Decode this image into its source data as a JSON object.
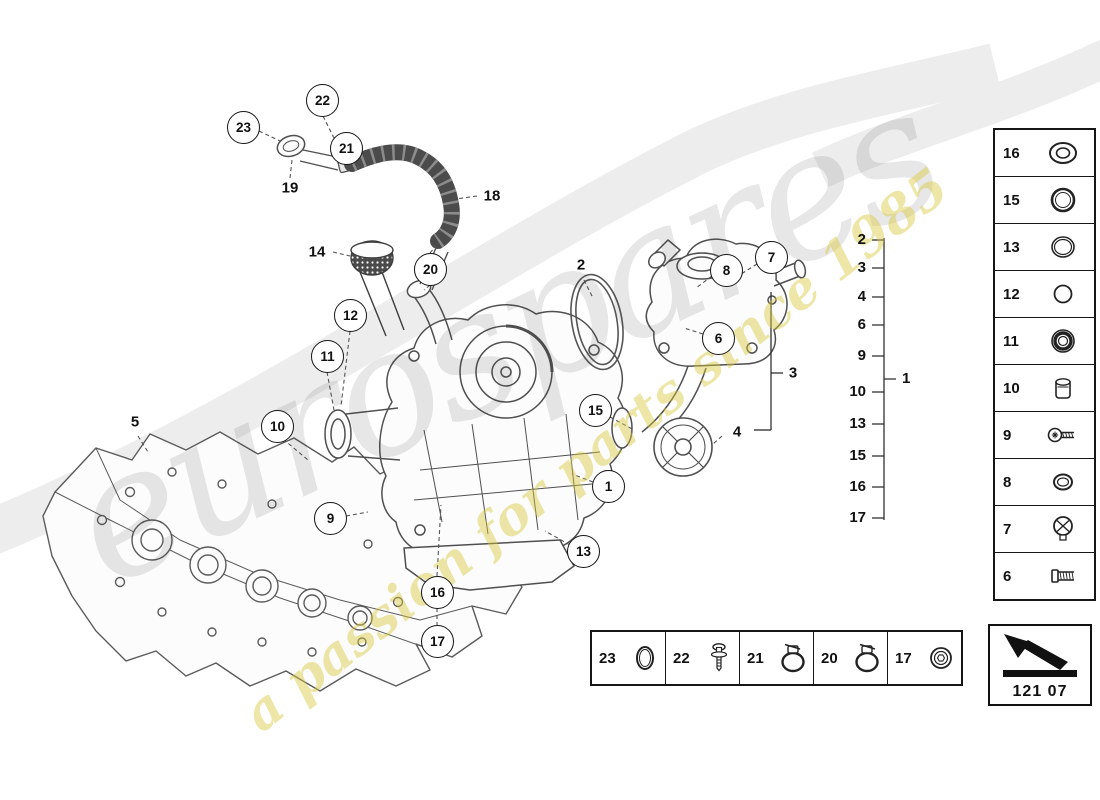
{
  "watermark": {
    "brand": "eurospares",
    "tagline": "a passion for parts since 1985"
  },
  "part_code_box": {
    "code": "121 07",
    "icon": "arrow-upper-left-icon"
  },
  "diagram": {
    "title_hint": "oil pump exploded parts diagram",
    "circled_callouts": [
      {
        "label": "23"
      },
      {
        "label": "22"
      },
      {
        "label": "21"
      },
      {
        "label": "20"
      },
      {
        "label": "12"
      },
      {
        "label": "11"
      },
      {
        "label": "10"
      },
      {
        "label": "9"
      },
      {
        "label": "8"
      },
      {
        "label": "7"
      },
      {
        "label": "6"
      },
      {
        "label": "15"
      },
      {
        "label": "1"
      },
      {
        "label": "13"
      },
      {
        "label": "16"
      },
      {
        "label": "17"
      }
    ],
    "plain_callouts": [
      {
        "label": "19"
      },
      {
        "label": "18"
      },
      {
        "label": "14"
      },
      {
        "label": "2"
      },
      {
        "label": "5"
      },
      {
        "label": "3"
      },
      {
        "label": "4"
      }
    ]
  },
  "reference_list": {
    "items": [
      "2",
      "3",
      "4",
      "6",
      "9",
      "10",
      "13",
      "15",
      "16",
      "17"
    ],
    "target": "1"
  },
  "sidebar": {
    "items": [
      {
        "label": "16",
        "icon": "washer-icon"
      },
      {
        "label": "15",
        "icon": "o-ring-icon"
      },
      {
        "label": "13",
        "icon": "o-ring-icon"
      },
      {
        "label": "12",
        "icon": "o-ring-icon"
      },
      {
        "label": "11",
        "icon": "seal-ring-icon"
      },
      {
        "label": "10",
        "icon": "plug-cap-icon"
      },
      {
        "label": "9",
        "icon": "torx-screw-icon"
      },
      {
        "label": "8",
        "icon": "seal-icon"
      },
      {
        "label": "7",
        "icon": "valve-cap-icon"
      },
      {
        "label": "6",
        "icon": "bolt-icon"
      }
    ]
  },
  "bottom_strip": {
    "items": [
      {
        "label": "23",
        "icon": "o-ring-icon"
      },
      {
        "label": "22",
        "icon": "screw-icon"
      },
      {
        "label": "21",
        "icon": "hose-clamp-icon"
      },
      {
        "label": "20",
        "icon": "hose-clamp-icon"
      },
      {
        "label": "17",
        "icon": "plug-icon"
      }
    ]
  }
}
